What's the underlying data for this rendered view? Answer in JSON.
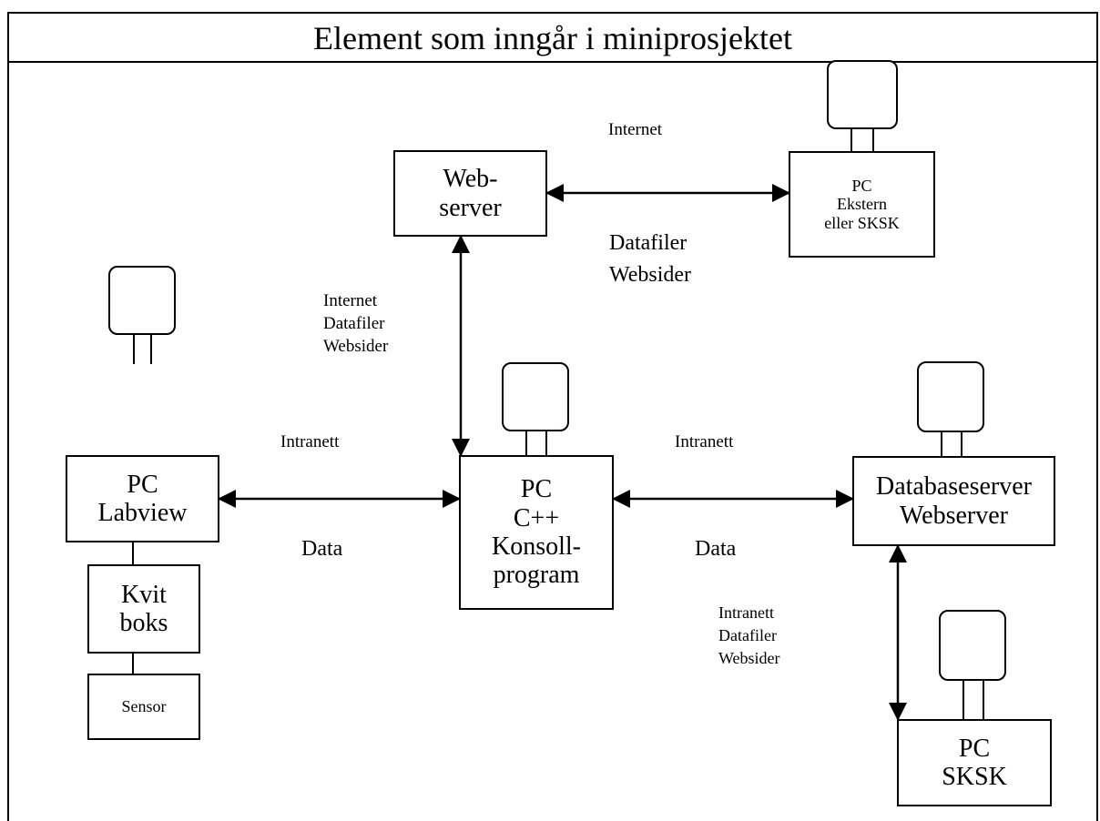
{
  "title": "Element som inngår i miniprosjektet",
  "nodes": {
    "webserver": [
      "Web-",
      "server"
    ],
    "pc_ekstern": [
      "PC",
      "Ekstern",
      "eller SKSK"
    ],
    "pc_labview": [
      "PC",
      "Labview"
    ],
    "kvit_boks": [
      "Kvit",
      "boks"
    ],
    "sensor": [
      "Sensor"
    ],
    "pc_cpp": [
      "PC",
      "C++",
      "Konsoll-",
      "program"
    ],
    "databaseserver": [
      "Databaseserver",
      "Webserver"
    ],
    "pc_sksk": [
      "PC",
      "SKSK"
    ]
  },
  "labels": {
    "internet_top": "Internet",
    "datafiler_websider_top": [
      "Datafiler",
      "Websider"
    ],
    "internet_datafiler_websider": [
      "Internet",
      "Datafiler",
      "Websider"
    ],
    "intranett_left": "Intranett",
    "data_left": "Data",
    "intranett_right": "Intranett",
    "data_right": "Data",
    "intranett_datafiler_websider": [
      "Intranett",
      "Datafiler",
      "Websider"
    ]
  }
}
